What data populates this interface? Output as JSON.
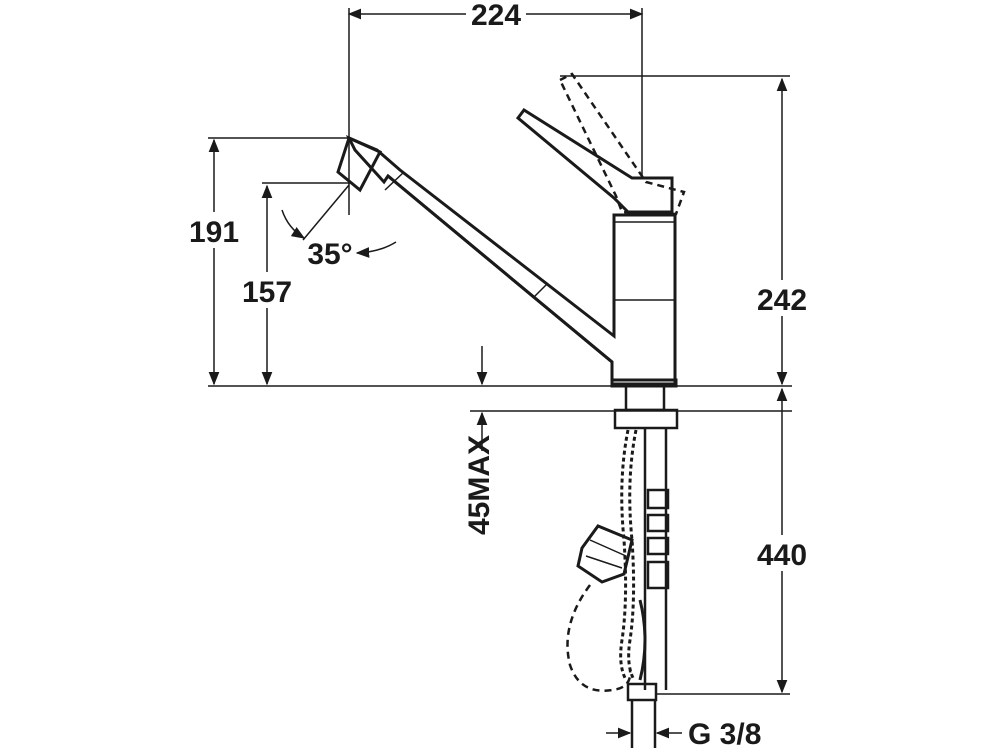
{
  "dimensions": {
    "top_width": "224",
    "spout_height": "191",
    "spout_outlet_height": "157",
    "spout_angle": "35°",
    "total_height": "242",
    "max_counter_thickness": "45MAX",
    "hose_length": "440",
    "connection": "G 3/8"
  }
}
